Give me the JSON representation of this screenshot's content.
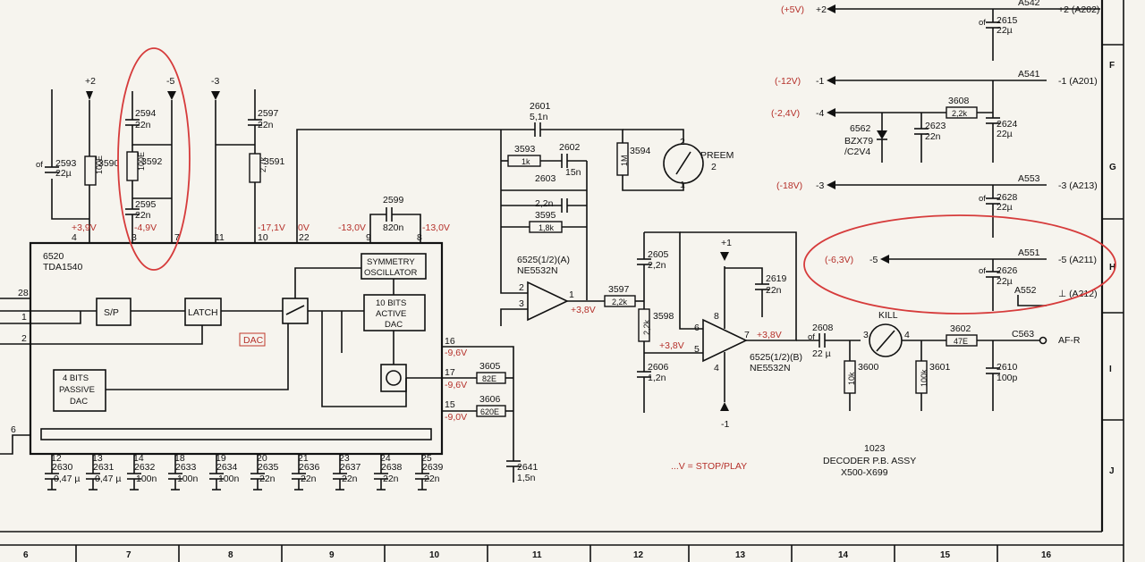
{
  "grid": {
    "columns": [
      "6",
      "7",
      "8",
      "9",
      "10",
      "11",
      "12",
      "13",
      "14",
      "15",
      "16"
    ],
    "rows": [
      "F",
      "G",
      "H",
      "I",
      "J"
    ]
  },
  "ic_dac": {
    "ref": "6520",
    "part": "TDA1540",
    "blocks": {
      "sp": "S/P",
      "latch": "LATCH",
      "dac_label": "DAC",
      "sym1": "SYMMETRY",
      "sym2": "OSCILLATOR",
      "bits10_1": "10 BITS",
      "bits10_2": "ACTIVE",
      "bits10_3": "DAC",
      "bits4_1": "4 BITS",
      "bits4_2": "PASSIVE",
      "bits4_3": "DAC"
    },
    "pins": {
      "p4": "4",
      "p3": "3",
      "p7": "7",
      "p11": "11",
      "p10": "10",
      "p22": "22",
      "p9": "9",
      "p8": "8",
      "p28": "28",
      "p1": "1",
      "p2": "2",
      "p6": "6",
      "p16": "16",
      "p17": "17",
      "p15": "15",
      "p12": "12",
      "p13": "13",
      "p14": "14",
      "p18": "18",
      "p19": "19",
      "p20": "20",
      "p21": "21",
      "p23": "23",
      "p24": "24",
      "p25": "25"
    }
  },
  "supply_arrows": {
    "plus2": "+2",
    "minus5": "-5",
    "minus3": "-3",
    "plus1": "+1",
    "minus1": "-1"
  },
  "voltages": {
    "v39": "+3,9V",
    "vm49": "-4,9V",
    "vm171": "-17,1V",
    "v0": "0V",
    "vm130a": "-13,0V",
    "vm130b": "-13,0V",
    "vm96a": "-9,6V",
    "vm96b": "-9,6V",
    "vm90": "-9,0V",
    "v38a": "+3,8V",
    "v38b": "+3,8V",
    "v38c": "+3,8V"
  },
  "components_top": {
    "c2593": "2593",
    "c2593v": "22µ",
    "of1": "of",
    "r3590": "3590",
    "r3590v": "100E",
    "c2594": "2594",
    "c2594v": "22n",
    "r3592": "3592",
    "r3592v": "100E",
    "c2595": "2595",
    "c2595v": "22n",
    "c2597": "2597",
    "c2597v": "22n",
    "r3591": "3591",
    "r3591v": "2,7k",
    "c2599": "2599",
    "c2599v": "820n",
    "c2601": "2601",
    "c2601v": "5,1n",
    "r3593": "3593",
    "r3593v": "1k",
    "c2602": "2602",
    "c2602v": "15n",
    "r3594": "3594",
    "r3594v": "1M",
    "preem1": "PREEM",
    "preem2": "2",
    "pin2": "2",
    "pin1": "1",
    "c2603": "2603",
    "c2603v": "2,2n",
    "r3595": "3595",
    "r3595v": "1,8k"
  },
  "opamps": {
    "a_ref": "6525(1/2)(A)",
    "a_part": "NE5532N",
    "a_p2": "2",
    "a_p3": "3",
    "a_p1": "1",
    "b_ref": "6525(1/2)(B)",
    "b_part": "NE5532N",
    "b_p6": "6",
    "b_p5": "5",
    "b_p7": "7",
    "b_p8": "8",
    "b_p4": "4"
  },
  "components_mid": {
    "r3597": "3597",
    "r3597v": "2,2k",
    "c2605": "2605",
    "c2605v": "2,2n",
    "r3598": "3598",
    "r3598v": "2,2k",
    "c2606": "2606",
    "c2606v": "1,2n",
    "c2619": "2619",
    "c2619v": "22n",
    "r3605": "3605",
    "r3605v": "82E",
    "r3606": "3606",
    "r3606v": "620E",
    "c2641": "2641",
    "c2641v": "1,5n"
  },
  "output": {
    "c2608": "2608",
    "c2608v": "22 µ",
    "of": "of",
    "kill": "KILL",
    "k3": "3",
    "k4": "4",
    "r3600": "3600",
    "r3600v": "10k",
    "r3601": "3601",
    "r3601v": "100k",
    "r3602": "3602",
    "r3602v": "47E",
    "c2610": "2610",
    "c2610v": "100p",
    "c563": "C563",
    "afr": "AF-R"
  },
  "supplies_right": {
    "p5v": "(+5V)",
    "n12v": "(-12V)",
    "n24v": "(-2,4V)",
    "n18v": "(-18V)",
    "n63v": "(-6,3V)",
    "s2": "+2",
    "s1": "-1",
    "s4": "-4",
    "s3": "-3",
    "s5": "-5",
    "a542": "A542",
    "a541": "A541",
    "a553": "A553",
    "a551": "A551",
    "a552": "A552",
    "o202": "+2 (A202)",
    "o201": "-1 (A201)",
    "o213": "-3 (A213)",
    "o211": "-5 (A211)",
    "o212": "⊥ (A212)",
    "c2615": "2615",
    "c2615v": "22µ",
    "c2624": "2624",
    "c2624v": "22µ",
    "c2623": "2623",
    "c2623v": "22n",
    "r3608": "3608",
    "r3608v": "2,2k",
    "d6562": "6562",
    "d6562a": "BZX79",
    "d6562b": "/C2V4",
    "c2628": "2628",
    "c2628v": "22µ",
    "c2626": "2626",
    "c2626v": "22µ",
    "of": "of"
  },
  "bottom_caps": [
    {
      "n": "2630",
      "v": "0,47 µ"
    },
    {
      "n": "2631",
      "v": "0,47 µ"
    },
    {
      "n": "2632",
      "v": "100n"
    },
    {
      "n": "2633",
      "v": "100n"
    },
    {
      "n": "2634",
      "v": "100n"
    },
    {
      "n": "2635",
      "v": "22n"
    },
    {
      "n": "2636",
      "v": "22n"
    },
    {
      "n": "2637",
      "v": "22n"
    },
    {
      "n": "2638",
      "v": "22n"
    },
    {
      "n": "2639",
      "v": "22n"
    }
  ],
  "notes": {
    "stopplay": "...V = STOP/PLAY",
    "assy1": "1023",
    "assy2": "DECODER P.B. ASSY",
    "assy3": "X500-X699"
  }
}
